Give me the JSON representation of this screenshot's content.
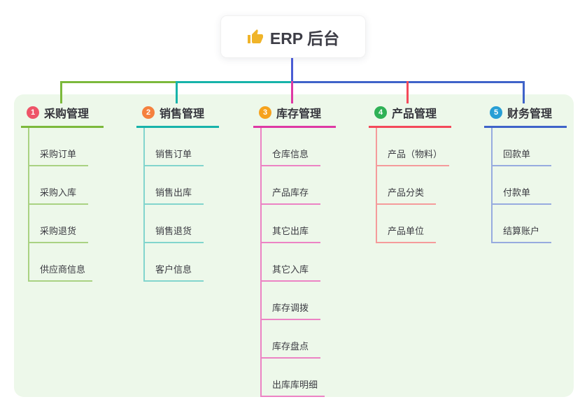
{
  "root": {
    "title": "ERP 后台",
    "icon": "thumbs-up"
  },
  "colors": {
    "page_bg": "#ffffff",
    "canvas_bg": "#edf8ea",
    "root_line": "#4a5cd4",
    "root_text": "#3d3d46",
    "thumb_icon": "#f0b429",
    "header_text": "#35353c",
    "child_text": "#3b3b42"
  },
  "branches": [
    {
      "badge": "1",
      "label": "采购管理",
      "badge_color": "#ee5468",
      "line_color": "#7cb93c",
      "child_line_color": "#a9d282",
      "children": [
        "采购订单",
        "采购入库",
        "采购退货",
        "供应商信息"
      ]
    },
    {
      "badge": "2",
      "label": "销售管理",
      "badge_color": "#f5813e",
      "line_color": "#17b3aa",
      "child_line_color": "#82d5cd",
      "children": [
        "销售订单",
        "销售出库",
        "销售退货",
        "客户信息"
      ]
    },
    {
      "badge": "3",
      "label": "库存管理",
      "badge_color": "#f6a21d",
      "line_color": "#de39a4",
      "child_line_color": "#ec83c4",
      "children": [
        "仓库信息",
        "产品库存",
        "其它出库",
        "其它入库",
        "库存调拨",
        "库存盘点",
        "出库库明细"
      ]
    },
    {
      "badge": "4",
      "label": "产品管理",
      "badge_color": "#2fb156",
      "line_color": "#f4495a",
      "child_line_color": "#f59b9b",
      "children": [
        "产品（物料）",
        "产品分类",
        "产品单位"
      ]
    },
    {
      "badge": "5",
      "label": "财务管理",
      "badge_color": "#279fd5",
      "line_color": "#3f63c9",
      "child_line_color": "#97abdf",
      "children": [
        "回款单",
        "付款单",
        "结算账户"
      ]
    }
  ]
}
